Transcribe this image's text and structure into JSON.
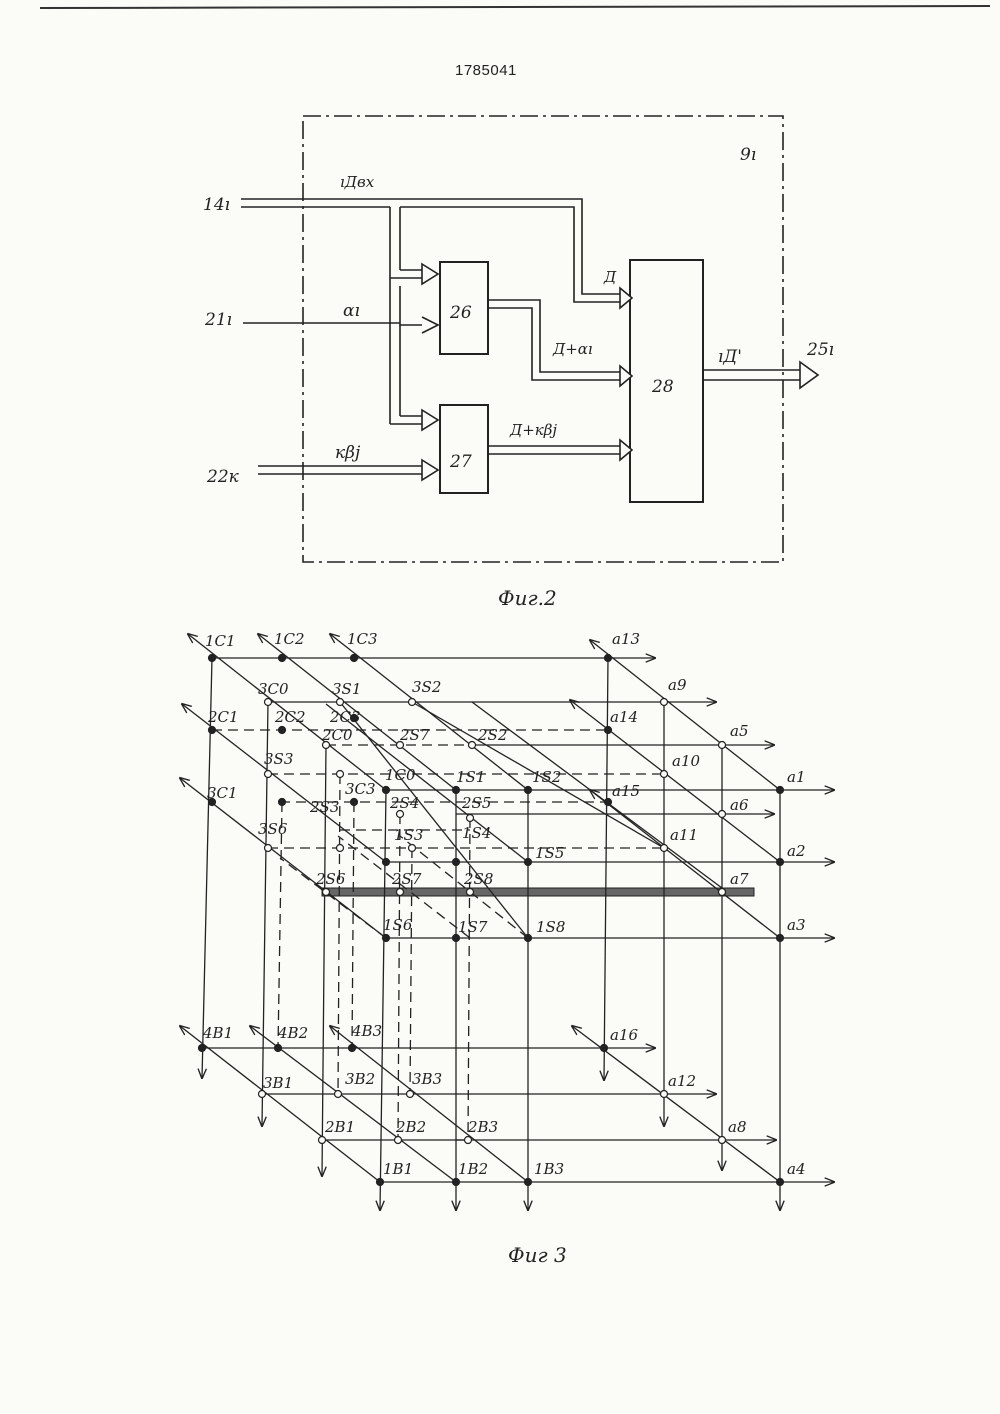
{
  "header": {
    "doc_number": "1785041"
  },
  "fig2": {
    "caption": "Фиг.2",
    "block_id": "9ı",
    "blocks": {
      "b26": "26",
      "b27": "27",
      "b28": "28"
    },
    "inputs": {
      "in1": "14ı",
      "in2": "21ı",
      "in3": "22к"
    },
    "output": "25ı",
    "signals": {
      "s_dvx": "ıДвх",
      "s_d": "Д",
      "s_alpha": "αı",
      "s_d_alpha": "Д+αı",
      "s_kbj": "кβj",
      "s_d_kbj": "Д+кβj",
      "s_out": "ıД'"
    }
  },
  "fig3": {
    "caption": "Фиг 3",
    "labels": {
      "c1_1": "1C1",
      "c1_2": "1C2",
      "c1_3": "1C3",
      "c3_0": "3C0",
      "s3_1": "3S1",
      "s3_2": "3S2",
      "c2_1": "2C1",
      "c2_2": "2C2",
      "c2_3": "2C3",
      "c2_0": "2C0",
      "s2_7": "2S7",
      "s2_2": "2S2",
      "s3_3": "3S3",
      "c1_0": "1C0",
      "s1_1": "1S1",
      "s1_2": "1S2",
      "c3_1": "3C1",
      "s2_3": "2S3",
      "c3_3": "3C3",
      "s2_4": "2S4",
      "s2_5": "2S5",
      "s3_6": "3S6",
      "s1_3": "1S3",
      "s1_4": "1S4",
      "s1_5": "1S5",
      "s2_6": "2S6",
      "s2_7b": "2S7",
      "s2_8": "2S8",
      "s1_6": "1S6",
      "s1_7": "1S7",
      "s1_8": "1S8",
      "b4_1": "4B1",
      "b4_2": "4B2",
      "b4_3": "4B3",
      "b3_1": "3B1",
      "b3_2": "3B2",
      "b3_3": "3B3",
      "b2_1": "2B1",
      "b2_2": "2B2",
      "b2_3": "2B3",
      "b1_1": "1B1",
      "b1_2": "1B2",
      "b1_3": "1B3"
    },
    "outputs": {
      "a1": "a1",
      "a2": "a2",
      "a3": "a3",
      "a4": "a4",
      "a5": "a5",
      "a6": "a6",
      "a7": "a7",
      "a8": "a8",
      "a9": "a9",
      "a10": "a10",
      "a11": "a11",
      "a12": "a12",
      "a13": "a13",
      "a14": "a14",
      "a15": "a15",
      "a16": "a16"
    }
  }
}
